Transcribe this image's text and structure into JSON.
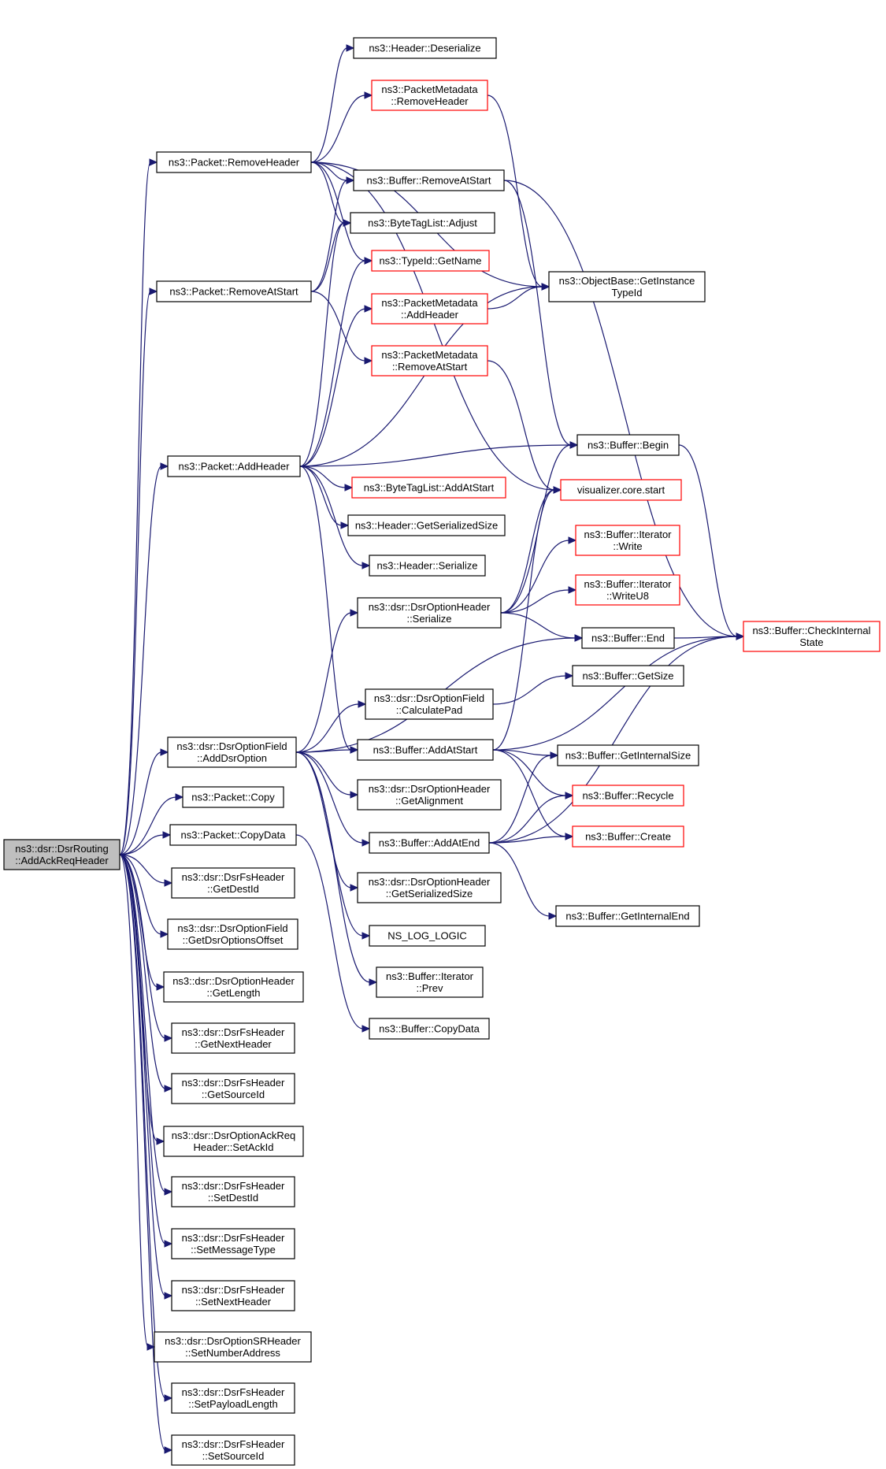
{
  "diagram": {
    "type": "call-graph",
    "nodes": [
      {
        "id": "root",
        "lines": [
          "ns3::dsr::DsrRouting",
          "::AddAckReqHeader"
        ],
        "style": "root"
      },
      {
        "id": "pkt_removeheader",
        "lines": [
          "ns3::Packet::RemoveHeader"
        ],
        "style": "normal"
      },
      {
        "id": "pkt_removeatstart",
        "lines": [
          "ns3::Packet::RemoveAtStart"
        ],
        "style": "normal"
      },
      {
        "id": "pkt_addheader",
        "lines": [
          "ns3::Packet::AddHeader"
        ],
        "style": "normal"
      },
      {
        "id": "hdr_deserialize",
        "lines": [
          "ns3::Header::Deserialize"
        ],
        "style": "normal"
      },
      {
        "id": "pm_removeheader",
        "lines": [
          "ns3::PacketMetadata",
          "::RemoveHeader"
        ],
        "style": "truncated"
      },
      {
        "id": "buf_removeatstart",
        "lines": [
          "ns3::Buffer::RemoveAtStart"
        ],
        "style": "normal"
      },
      {
        "id": "btl_adjust",
        "lines": [
          "ns3::ByteTagList::Adjust"
        ],
        "style": "normal"
      },
      {
        "id": "typeid_getname",
        "lines": [
          "ns3::TypeId::GetName"
        ],
        "style": "truncated"
      },
      {
        "id": "ob_getinstancetypeid",
        "lines": [
          "ns3::ObjectBase::GetInstance",
          "TypeId"
        ],
        "style": "normal"
      },
      {
        "id": "pm_addheader",
        "lines": [
          "ns3::PacketMetadata",
          "::AddHeader"
        ],
        "style": "truncated"
      },
      {
        "id": "pm_removeatstart",
        "lines": [
          "ns3::PacketMetadata",
          "::RemoveAtStart"
        ],
        "style": "truncated"
      },
      {
        "id": "buf_begin",
        "lines": [
          "ns3::Buffer::Begin"
        ],
        "style": "normal"
      },
      {
        "id": "btl_addatstart",
        "lines": [
          "ns3::ByteTagList::AddAtStart"
        ],
        "style": "truncated"
      },
      {
        "id": "viz_start",
        "lines": [
          "visualizer.core.start"
        ],
        "style": "truncated"
      },
      {
        "id": "hdr_getserializedsize",
        "lines": [
          "ns3::Header::GetSerializedSize"
        ],
        "style": "normal"
      },
      {
        "id": "hdr_serialize",
        "lines": [
          "ns3::Header::Serialize"
        ],
        "style": "normal"
      },
      {
        "id": "bufit_write",
        "lines": [
          "ns3::Buffer::Iterator",
          "::Write"
        ],
        "style": "truncated"
      },
      {
        "id": "bufit_writeu8",
        "lines": [
          "ns3::Buffer::Iterator",
          "::WriteU8"
        ],
        "style": "truncated"
      },
      {
        "id": "doh_serialize",
        "lines": [
          "ns3::dsr::DsrOptionHeader",
          "::Serialize"
        ],
        "style": "normal"
      },
      {
        "id": "buf_end",
        "lines": [
          "ns3::Buffer::End"
        ],
        "style": "normal"
      },
      {
        "id": "buf_checkinternalstate",
        "lines": [
          "ns3::Buffer::CheckInternal",
          "State"
        ],
        "style": "truncated"
      },
      {
        "id": "buf_getsize",
        "lines": [
          "ns3::Buffer::GetSize"
        ],
        "style": "normal"
      },
      {
        "id": "dof_calculatepad",
        "lines": [
          "ns3::dsr::DsrOptionField",
          "::CalculatePad"
        ],
        "style": "normal"
      },
      {
        "id": "dof_adddsroption",
        "lines": [
          "ns3::dsr::DsrOptionField",
          "::AddDsrOption"
        ],
        "style": "normal"
      },
      {
        "id": "buf_addatstart",
        "lines": [
          "ns3::Buffer::AddAtStart"
        ],
        "style": "normal"
      },
      {
        "id": "buf_getinternalsize",
        "lines": [
          "ns3::Buffer::GetInternalSize"
        ],
        "style": "normal"
      },
      {
        "id": "pkt_copy",
        "lines": [
          "ns3::Packet::Copy"
        ],
        "style": "normal"
      },
      {
        "id": "doh_getalignment",
        "lines": [
          "ns3::dsr::DsrOptionHeader",
          "::GetAlignment"
        ],
        "style": "normal"
      },
      {
        "id": "buf_recycle",
        "lines": [
          "ns3::Buffer::Recycle"
        ],
        "style": "truncated"
      },
      {
        "id": "pkt_copydata",
        "lines": [
          "ns3::Packet::CopyData"
        ],
        "style": "normal"
      },
      {
        "id": "buf_addatend",
        "lines": [
          "ns3::Buffer::AddAtEnd"
        ],
        "style": "normal"
      },
      {
        "id": "buf_create",
        "lines": [
          "ns3::Buffer::Create"
        ],
        "style": "truncated"
      },
      {
        "id": "dfh_getdestid",
        "lines": [
          "ns3::dsr::DsrFsHeader",
          "::GetDestId"
        ],
        "style": "normal"
      },
      {
        "id": "doh_getserializedsize",
        "lines": [
          "ns3::dsr::DsrOptionHeader",
          "::GetSerializedSize"
        ],
        "style": "normal"
      },
      {
        "id": "buf_getinternalend",
        "lines": [
          "ns3::Buffer::GetInternalEnd"
        ],
        "style": "normal"
      },
      {
        "id": "dof_getdsroptionsoffset",
        "lines": [
          "ns3::dsr::DsrOptionField",
          "::GetDsrOptionsOffset"
        ],
        "style": "normal"
      },
      {
        "id": "ns_log_logic",
        "lines": [
          "NS_LOG_LOGIC"
        ],
        "style": "normal"
      },
      {
        "id": "doh_getlength",
        "lines": [
          "ns3::dsr::DsrOptionHeader",
          "::GetLength"
        ],
        "style": "normal"
      },
      {
        "id": "bufit_prev",
        "lines": [
          "ns3::Buffer::Iterator",
          "::Prev"
        ],
        "style": "normal"
      },
      {
        "id": "buf_copydata",
        "lines": [
          "ns3::Buffer::CopyData"
        ],
        "style": "normal"
      },
      {
        "id": "dfh_getnextheader",
        "lines": [
          "ns3::dsr::DsrFsHeader",
          "::GetNextHeader"
        ],
        "style": "normal"
      },
      {
        "id": "dfh_getsourceid",
        "lines": [
          "ns3::dsr::DsrFsHeader",
          "::GetSourceId"
        ],
        "style": "normal"
      },
      {
        "id": "doar_setackid",
        "lines": [
          "ns3::dsr::DsrOptionAckReq",
          "Header::SetAckId"
        ],
        "style": "normal"
      },
      {
        "id": "dfh_setdestid",
        "lines": [
          "ns3::dsr::DsrFsHeader",
          "::SetDestId"
        ],
        "style": "normal"
      },
      {
        "id": "dfh_setmessagetype",
        "lines": [
          "ns3::dsr::DsrFsHeader",
          "::SetMessageType"
        ],
        "style": "normal"
      },
      {
        "id": "dfh_setnextheader",
        "lines": [
          "ns3::dsr::DsrFsHeader",
          "::SetNextHeader"
        ],
        "style": "normal"
      },
      {
        "id": "dosr_setnumberaddress",
        "lines": [
          "ns3::dsr::DsrOptionSRHeader",
          "::SetNumberAddress"
        ],
        "style": "normal"
      },
      {
        "id": "dfh_setpayloadlength",
        "lines": [
          "ns3::dsr::DsrFsHeader",
          "::SetPayloadLength"
        ],
        "style": "normal"
      },
      {
        "id": "dfh_setsourceid",
        "lines": [
          "ns3::dsr::DsrFsHeader",
          "::SetSourceId"
        ],
        "style": "normal"
      }
    ],
    "edges": [
      [
        "root",
        "pkt_removeheader"
      ],
      [
        "root",
        "pkt_removeatstart"
      ],
      [
        "root",
        "pkt_addheader"
      ],
      [
        "root",
        "dof_adddsroption"
      ],
      [
        "root",
        "pkt_copy"
      ],
      [
        "root",
        "pkt_copydata"
      ],
      [
        "root",
        "dfh_getdestid"
      ],
      [
        "root",
        "dof_getdsroptionsoffset"
      ],
      [
        "root",
        "doh_getlength"
      ],
      [
        "root",
        "dfh_getnextheader"
      ],
      [
        "root",
        "dfh_getsourceid"
      ],
      [
        "root",
        "doar_setackid"
      ],
      [
        "root",
        "dfh_setdestid"
      ],
      [
        "root",
        "dfh_setmessagetype"
      ],
      [
        "root",
        "dfh_setnextheader"
      ],
      [
        "root",
        "dosr_setnumberaddress"
      ],
      [
        "root",
        "dfh_setpayloadlength"
      ],
      [
        "root",
        "dfh_setsourceid"
      ],
      [
        "pkt_removeheader",
        "hdr_deserialize"
      ],
      [
        "pkt_removeheader",
        "pm_removeheader"
      ],
      [
        "pkt_removeheader",
        "buf_removeatstart"
      ],
      [
        "pkt_removeheader",
        "btl_adjust"
      ],
      [
        "pkt_removeheader",
        "typeid_getname"
      ],
      [
        "pkt_removeheader",
        "ob_getinstancetypeid"
      ],
      [
        "pkt_removeheader",
        "viz_start"
      ],
      [
        "pkt_removeatstart",
        "buf_removeatstart"
      ],
      [
        "pkt_removeatstart",
        "btl_adjust"
      ],
      [
        "pkt_removeatstart",
        "pm_removeatstart"
      ],
      [
        "pkt_addheader",
        "btl_adjust"
      ],
      [
        "pkt_addheader",
        "typeid_getname"
      ],
      [
        "pkt_addheader",
        "pm_addheader"
      ],
      [
        "pkt_addheader",
        "ob_getinstancetypeid"
      ],
      [
        "pkt_addheader",
        "buf_begin"
      ],
      [
        "pkt_addheader",
        "btl_addatstart"
      ],
      [
        "pkt_addheader",
        "hdr_getserializedsize"
      ],
      [
        "pkt_addheader",
        "hdr_serialize"
      ],
      [
        "pkt_addheader",
        "buf_addatstart"
      ],
      [
        "pm_removeheader",
        "ob_getinstancetypeid"
      ],
      [
        "pm_addheader",
        "ob_getinstancetypeid"
      ],
      [
        "pm_removeatstart",
        "viz_start"
      ],
      [
        "buf_removeatstart",
        "buf_checkinternalstate"
      ],
      [
        "buf_removeatstart",
        "buf_begin"
      ],
      [
        "buf_begin",
        "buf_checkinternalstate"
      ],
      [
        "buf_end",
        "buf_checkinternalstate"
      ],
      [
        "doh_serialize",
        "buf_begin"
      ],
      [
        "doh_serialize",
        "viz_start"
      ],
      [
        "doh_serialize",
        "bufit_write"
      ],
      [
        "doh_serialize",
        "bufit_writeu8"
      ],
      [
        "doh_serialize",
        "buf_end"
      ],
      [
        "dof_adddsroption",
        "doh_serialize"
      ],
      [
        "dof_adddsroption",
        "buf_end"
      ],
      [
        "dof_adddsroption",
        "dof_calculatepad"
      ],
      [
        "dof_adddsroption",
        "buf_addatstart"
      ],
      [
        "dof_adddsroption",
        "doh_getalignment"
      ],
      [
        "dof_adddsroption",
        "buf_addatend"
      ],
      [
        "dof_adddsroption",
        "doh_getserializedsize"
      ],
      [
        "dof_adddsroption",
        "ns_log_logic"
      ],
      [
        "dof_adddsroption",
        "bufit_prev"
      ],
      [
        "dof_calculatepad",
        "buf_getsize"
      ],
      [
        "buf_addatstart",
        "viz_start"
      ],
      [
        "buf_addatstart",
        "buf_getinternalsize"
      ],
      [
        "buf_addatstart",
        "buf_recycle"
      ],
      [
        "buf_addatstart",
        "buf_create"
      ],
      [
        "buf_addatstart",
        "buf_checkinternalstate"
      ],
      [
        "buf_addatend",
        "buf_getinternalsize"
      ],
      [
        "buf_addatend",
        "buf_recycle"
      ],
      [
        "buf_addatend",
        "buf_create"
      ],
      [
        "buf_addatend",
        "buf_checkinternalstate"
      ],
      [
        "buf_addatend",
        "buf_getinternalend"
      ],
      [
        "pkt_copydata",
        "buf_copydata"
      ]
    ]
  }
}
